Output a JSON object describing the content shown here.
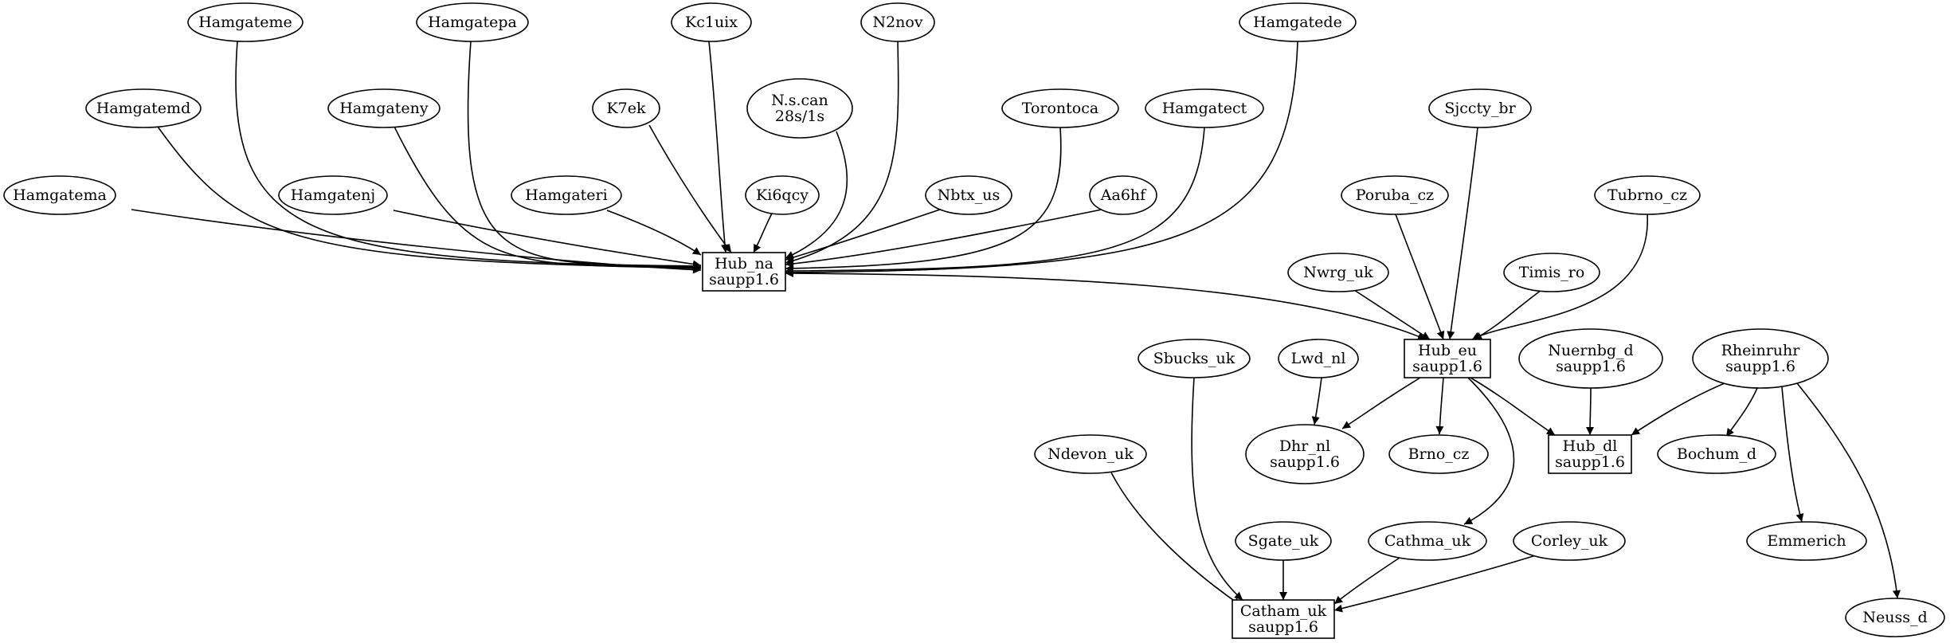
{
  "nodes": [
    {
      "id": "Hamgatema",
      "shape": "ellipse",
      "lines": [
        "Hamgatema"
      ]
    },
    {
      "id": "Hamgatemd",
      "shape": "ellipse",
      "lines": [
        "Hamgatemd"
      ]
    },
    {
      "id": "Hamgateme",
      "shape": "ellipse",
      "lines": [
        "Hamgateme"
      ]
    },
    {
      "id": "Hamgatenj",
      "shape": "ellipse",
      "lines": [
        "Hamgatenj"
      ]
    },
    {
      "id": "Hamgateny",
      "shape": "ellipse",
      "lines": [
        "Hamgateny"
      ]
    },
    {
      "id": "Hamgatepa",
      "shape": "ellipse",
      "lines": [
        "Hamgatepa"
      ]
    },
    {
      "id": "Hamgateri",
      "shape": "ellipse",
      "lines": [
        "Hamgateri"
      ]
    },
    {
      "id": "K7ek",
      "shape": "ellipse",
      "lines": [
        "K7ek"
      ]
    },
    {
      "id": "Kc1uix",
      "shape": "ellipse",
      "lines": [
        "Kc1uix"
      ]
    },
    {
      "id": "Ki6qcy",
      "shape": "ellipse",
      "lines": [
        "Ki6qcy"
      ]
    },
    {
      "id": "N.s.can",
      "shape": "ellipse",
      "lines": [
        "N.s.can",
        "28s/1s"
      ]
    },
    {
      "id": "N2nov",
      "shape": "ellipse",
      "lines": [
        "N2nov"
      ]
    },
    {
      "id": "Nbtx_us",
      "shape": "ellipse",
      "lines": [
        "Nbtx_us"
      ]
    },
    {
      "id": "Torontoca",
      "shape": "ellipse",
      "lines": [
        "Torontoca"
      ]
    },
    {
      "id": "Aa6hf",
      "shape": "ellipse",
      "lines": [
        "Aa6hf"
      ]
    },
    {
      "id": "Hamgatect",
      "shape": "ellipse",
      "lines": [
        "Hamgatect"
      ]
    },
    {
      "id": "Hamgatede",
      "shape": "ellipse",
      "lines": [
        "Hamgatede"
      ]
    },
    {
      "id": "Hub_na",
      "shape": "box",
      "lines": [
        "Hub_na",
        "saupp1.6"
      ]
    },
    {
      "id": "Sjccty_br",
      "shape": "ellipse",
      "lines": [
        "Sjccty_br"
      ]
    },
    {
      "id": "Poruba_cz",
      "shape": "ellipse",
      "lines": [
        "Poruba_cz"
      ]
    },
    {
      "id": "Tubrno_cz",
      "shape": "ellipse",
      "lines": [
        "Tubrno_cz"
      ]
    },
    {
      "id": "Nwrg_uk",
      "shape": "ellipse",
      "lines": [
        "Nwrg_uk"
      ]
    },
    {
      "id": "Timis_ro",
      "shape": "ellipse",
      "lines": [
        "Timis_ro"
      ]
    },
    {
      "id": "Hub_eu",
      "shape": "box",
      "lines": [
        "Hub_eu",
        "saupp1.6"
      ]
    },
    {
      "id": "Sbucks_uk",
      "shape": "ellipse",
      "lines": [
        "Sbucks_uk"
      ]
    },
    {
      "id": "Lwd_nl",
      "shape": "ellipse",
      "lines": [
        "Lwd_nl"
      ]
    },
    {
      "id": "Nuernbg_d",
      "shape": "ellipse",
      "lines": [
        "Nuernbg_d",
        "saupp1.6"
      ]
    },
    {
      "id": "Rheinruhr",
      "shape": "ellipse",
      "lines": [
        "Rheinruhr",
        "saupp1.6"
      ]
    },
    {
      "id": "Ndevon_uk",
      "shape": "ellipse",
      "lines": [
        "Ndevon_uk"
      ]
    },
    {
      "id": "Dhr_nl",
      "shape": "ellipse",
      "lines": [
        "Dhr_nl",
        "saupp1.6"
      ]
    },
    {
      "id": "Brno_cz",
      "shape": "ellipse",
      "lines": [
        "Brno_cz"
      ]
    },
    {
      "id": "Hub_dl",
      "shape": "box",
      "lines": [
        "Hub_dl",
        "saupp1.6"
      ]
    },
    {
      "id": "Bochum_d",
      "shape": "ellipse",
      "lines": [
        "Bochum_d"
      ]
    },
    {
      "id": "Sgate_uk",
      "shape": "ellipse",
      "lines": [
        "Sgate_uk"
      ]
    },
    {
      "id": "Cathma_uk",
      "shape": "ellipse",
      "lines": [
        "Cathma_uk"
      ]
    },
    {
      "id": "Corley_uk",
      "shape": "ellipse",
      "lines": [
        "Corley_uk"
      ]
    },
    {
      "id": "Emmerich",
      "shape": "ellipse",
      "lines": [
        "Emmerich"
      ]
    },
    {
      "id": "Catham_uk",
      "shape": "box",
      "lines": [
        "Catham_uk",
        "saupp1.6"
      ]
    },
    {
      "id": "Neuss_d",
      "shape": "ellipse",
      "lines": [
        "Neuss_d"
      ]
    }
  ],
  "edges": [
    {
      "from": "Hamgatema",
      "to": "Hub_na"
    },
    {
      "from": "Hamgatemd",
      "to": "Hub_na"
    },
    {
      "from": "Hamgateme",
      "to": "Hub_na"
    },
    {
      "from": "Hamgatenj",
      "to": "Hub_na"
    },
    {
      "from": "Hamgateny",
      "to": "Hub_na"
    },
    {
      "from": "Hamgatepa",
      "to": "Hub_na"
    },
    {
      "from": "Hamgateri",
      "to": "Hub_na"
    },
    {
      "from": "K7ek",
      "to": "Hub_na"
    },
    {
      "from": "Kc1uix",
      "to": "Hub_na"
    },
    {
      "from": "Ki6qcy",
      "to": "Hub_na"
    },
    {
      "from": "N.s.can",
      "to": "Hub_na"
    },
    {
      "from": "N2nov",
      "to": "Hub_na"
    },
    {
      "from": "Nbtx_us",
      "to": "Hub_na"
    },
    {
      "from": "Torontoca",
      "to": "Hub_na"
    },
    {
      "from": "Aa6hf",
      "to": "Hub_na"
    },
    {
      "from": "Hamgatect",
      "to": "Hub_na"
    },
    {
      "from": "Hamgatede",
      "to": "Hub_na"
    },
    {
      "from": "Hub_na",
      "to": "Hub_eu",
      "bidirectional": true
    },
    {
      "from": "Sjccty_br",
      "to": "Hub_eu"
    },
    {
      "from": "Poruba_cz",
      "to": "Hub_eu"
    },
    {
      "from": "Tubrno_cz",
      "to": "Hub_eu"
    },
    {
      "from": "Nwrg_uk",
      "to": "Hub_eu"
    },
    {
      "from": "Timis_ro",
      "to": "Hub_eu"
    },
    {
      "from": "Hub_eu",
      "to": "Dhr_nl"
    },
    {
      "from": "Hub_eu",
      "to": "Brno_cz"
    },
    {
      "from": "Hub_eu",
      "to": "Hub_dl"
    },
    {
      "from": "Hub_eu",
      "to": "Cathma_uk"
    },
    {
      "from": "Lwd_nl",
      "to": "Dhr_nl"
    },
    {
      "from": "Nuernbg_d",
      "to": "Hub_dl"
    },
    {
      "from": "Rheinruhr",
      "to": "Hub_dl"
    },
    {
      "from": "Rheinruhr",
      "to": "Bochum_d"
    },
    {
      "from": "Rheinruhr",
      "to": "Emmerich"
    },
    {
      "from": "Rheinruhr",
      "to": "Neuss_d"
    },
    {
      "from": "Sbucks_uk",
      "to": "Catham_uk"
    },
    {
      "from": "Ndevon_uk",
      "to": "Catham_uk"
    },
    {
      "from": "Sgate_uk",
      "to": "Catham_uk"
    },
    {
      "from": "Cathma_uk",
      "to": "Catham_uk"
    },
    {
      "from": "Corley_uk",
      "to": "Catham_uk"
    }
  ]
}
